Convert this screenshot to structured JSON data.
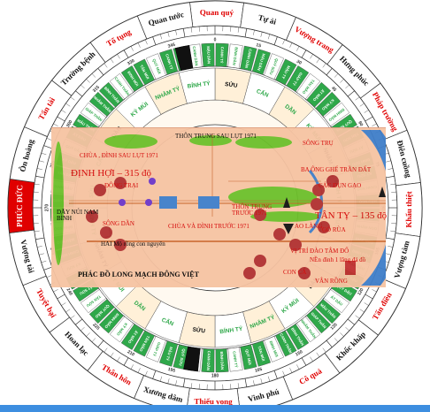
{
  "dial": {
    "outer_ring": [
      "Quan quý",
      "Tự ải",
      "Vượng trang",
      "Hưng phúc",
      "Pháp trường",
      "Điên cuồng",
      "Khẩu thiệt",
      "Vượng tàm",
      "Tấn điền",
      "Khốc khấp",
      "Cô quả",
      "Vinh phú",
      "Thiếu vong",
      "Xương dâm",
      "Thân hôn",
      "Hoan lạc",
      "Tuyệt bại",
      "Vượng tài",
      "PHÚC ĐỨC",
      "Ôn hoàng",
      "Tấn tài",
      "Trường bệnh",
      "Tố tụng",
      "Quan tước"
    ],
    "outer_ring_highlight": "PHÚC ĐỨC",
    "green_chips": [
      "CANH TÝ",
      "BÍNH DẦN",
      "CANH DẦN",
      "MẬU DẦN",
      "QUÝ SỬU",
      "MẬU TÝ",
      "GIÁP TÝ",
      "TÂN MÃO",
      "ẤT MÃO",
      "KỶ MÃO",
      "ĐINH MÃO",
      "QUÝ MÃO",
      "TÂN SỬU",
      "ẤT SỬU",
      "ĐINH SỬU",
      "KỶ SỬU",
      "CANH NGỌ",
      "MẬU NGỌ",
      "BÍNH NGỌ",
      "NHÂM NGỌ",
      "GIÁP NGỌ",
      "ĐINH DẬU",
      "TÂN DẬU",
      "KỶ DẬU",
      "QUÝ DẬU",
      "ẤT DẬU",
      "MẬU THÂN",
      "GIÁP THÂN",
      "NHÂM THÂN",
      "BÍNH THÂN",
      "CANH THÂN",
      "ĐINH MÙI",
      "TÂN MÙI",
      "QUÝ MÙI"
    ],
    "bold_chips": [
      "SỬU",
      "CẤN",
      "DẦN",
      "KỶ MÙI",
      "NHÂM TÝ",
      "BÍNH TÝ"
    ],
    "colors": {
      "outer_ring": "#ffffff",
      "highlight_red": "#e00000",
      "chip_green": "#2fa84a",
      "chip_black": "#111111",
      "panel": "#f6c3a2",
      "road_blue": "#3f7ec9",
      "dot_red": "#b03030",
      "dot_purple": "#6b35c8"
    }
  },
  "map": {
    "title": "PHÁC ĐỒ LONG MẠCH ĐÔNG VIỆT",
    "labels": {
      "thon_trung": "THÔN TRUNG SAU LỤT 1971",
      "chua_dinh": "CHÙA , ĐÌNH SAU LỤT 1971",
      "dinh_hoi": "ĐỊNH HỢI – 315 độ",
      "dong_trai": "ĐÔNG TRẠI",
      "day_nui": "DÃY NÚI NAM BÌNH",
      "song_dan": "SÔNG DẦN",
      "hai_mo": "HAI Mộ rồng con nguyên",
      "chua_va_dinh": "CHÙA VÀ ĐÌNH TRƯỚC 1971",
      "thon_trung_truoc": "THÔN TRUNG TRƯỚC 1971",
      "song_tru": "SÔNG TRỤ",
      "bao_ghe": "BA ÔNG GHẾ TRẦN ĐẤT",
      "cac_dun": "CÁC ĐỤN GẠO",
      "tan_ty": "TÂN TỴ – 135 độ",
      "ao_lang": "AO LÀNG",
      "go_rua": "GÒ RÙA",
      "vi_tri": "VỊ TRÍ ĐÀO TÂM ĐỐ",
      "nen_dinh": "NỀn đình 1 lăng đá đồ",
      "con_ca": "CON CÁ",
      "van_rong": "VÂN RỒNG"
    }
  }
}
